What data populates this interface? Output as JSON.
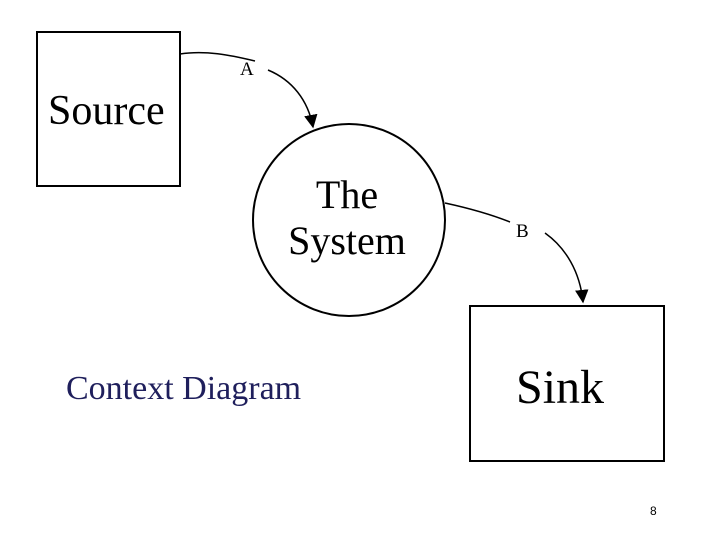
{
  "diagram": {
    "source": {
      "label": "Source"
    },
    "system": {
      "line1": "The",
      "line2": "System"
    },
    "sink": {
      "label": "Sink"
    },
    "flows": [
      {
        "label": "A",
        "from": "Source",
        "to": "The System"
      },
      {
        "label": "B",
        "from": "The System",
        "to": "Sink"
      }
    ]
  },
  "caption": "Context Diagram",
  "page_number": "8",
  "colors": {
    "stroke": "#000000",
    "text": "#000000",
    "caption": "#1f1f5c",
    "background": "#ffffff"
  }
}
